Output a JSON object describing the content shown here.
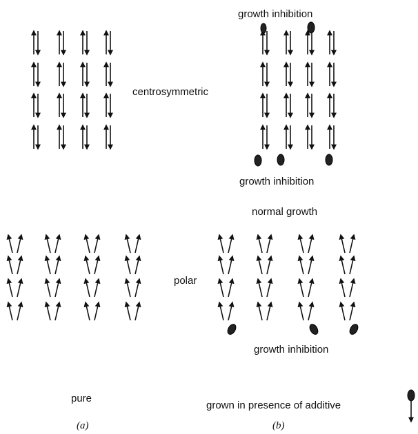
{
  "labels": {
    "growth_inhibition_top": "growth  inhibition",
    "centrosymmetric": "centrosymmetric",
    "growth_inhibition_mid": "growth  inhibition",
    "normal_growth": "normal  growth",
    "polar": "polar",
    "growth_inhibition_bottom": "growth  inhibition",
    "pure": "pure",
    "grown_in_presence": "grown in presence of additive",
    "caption_a": "(a)",
    "caption_b": "(b)"
  }
}
